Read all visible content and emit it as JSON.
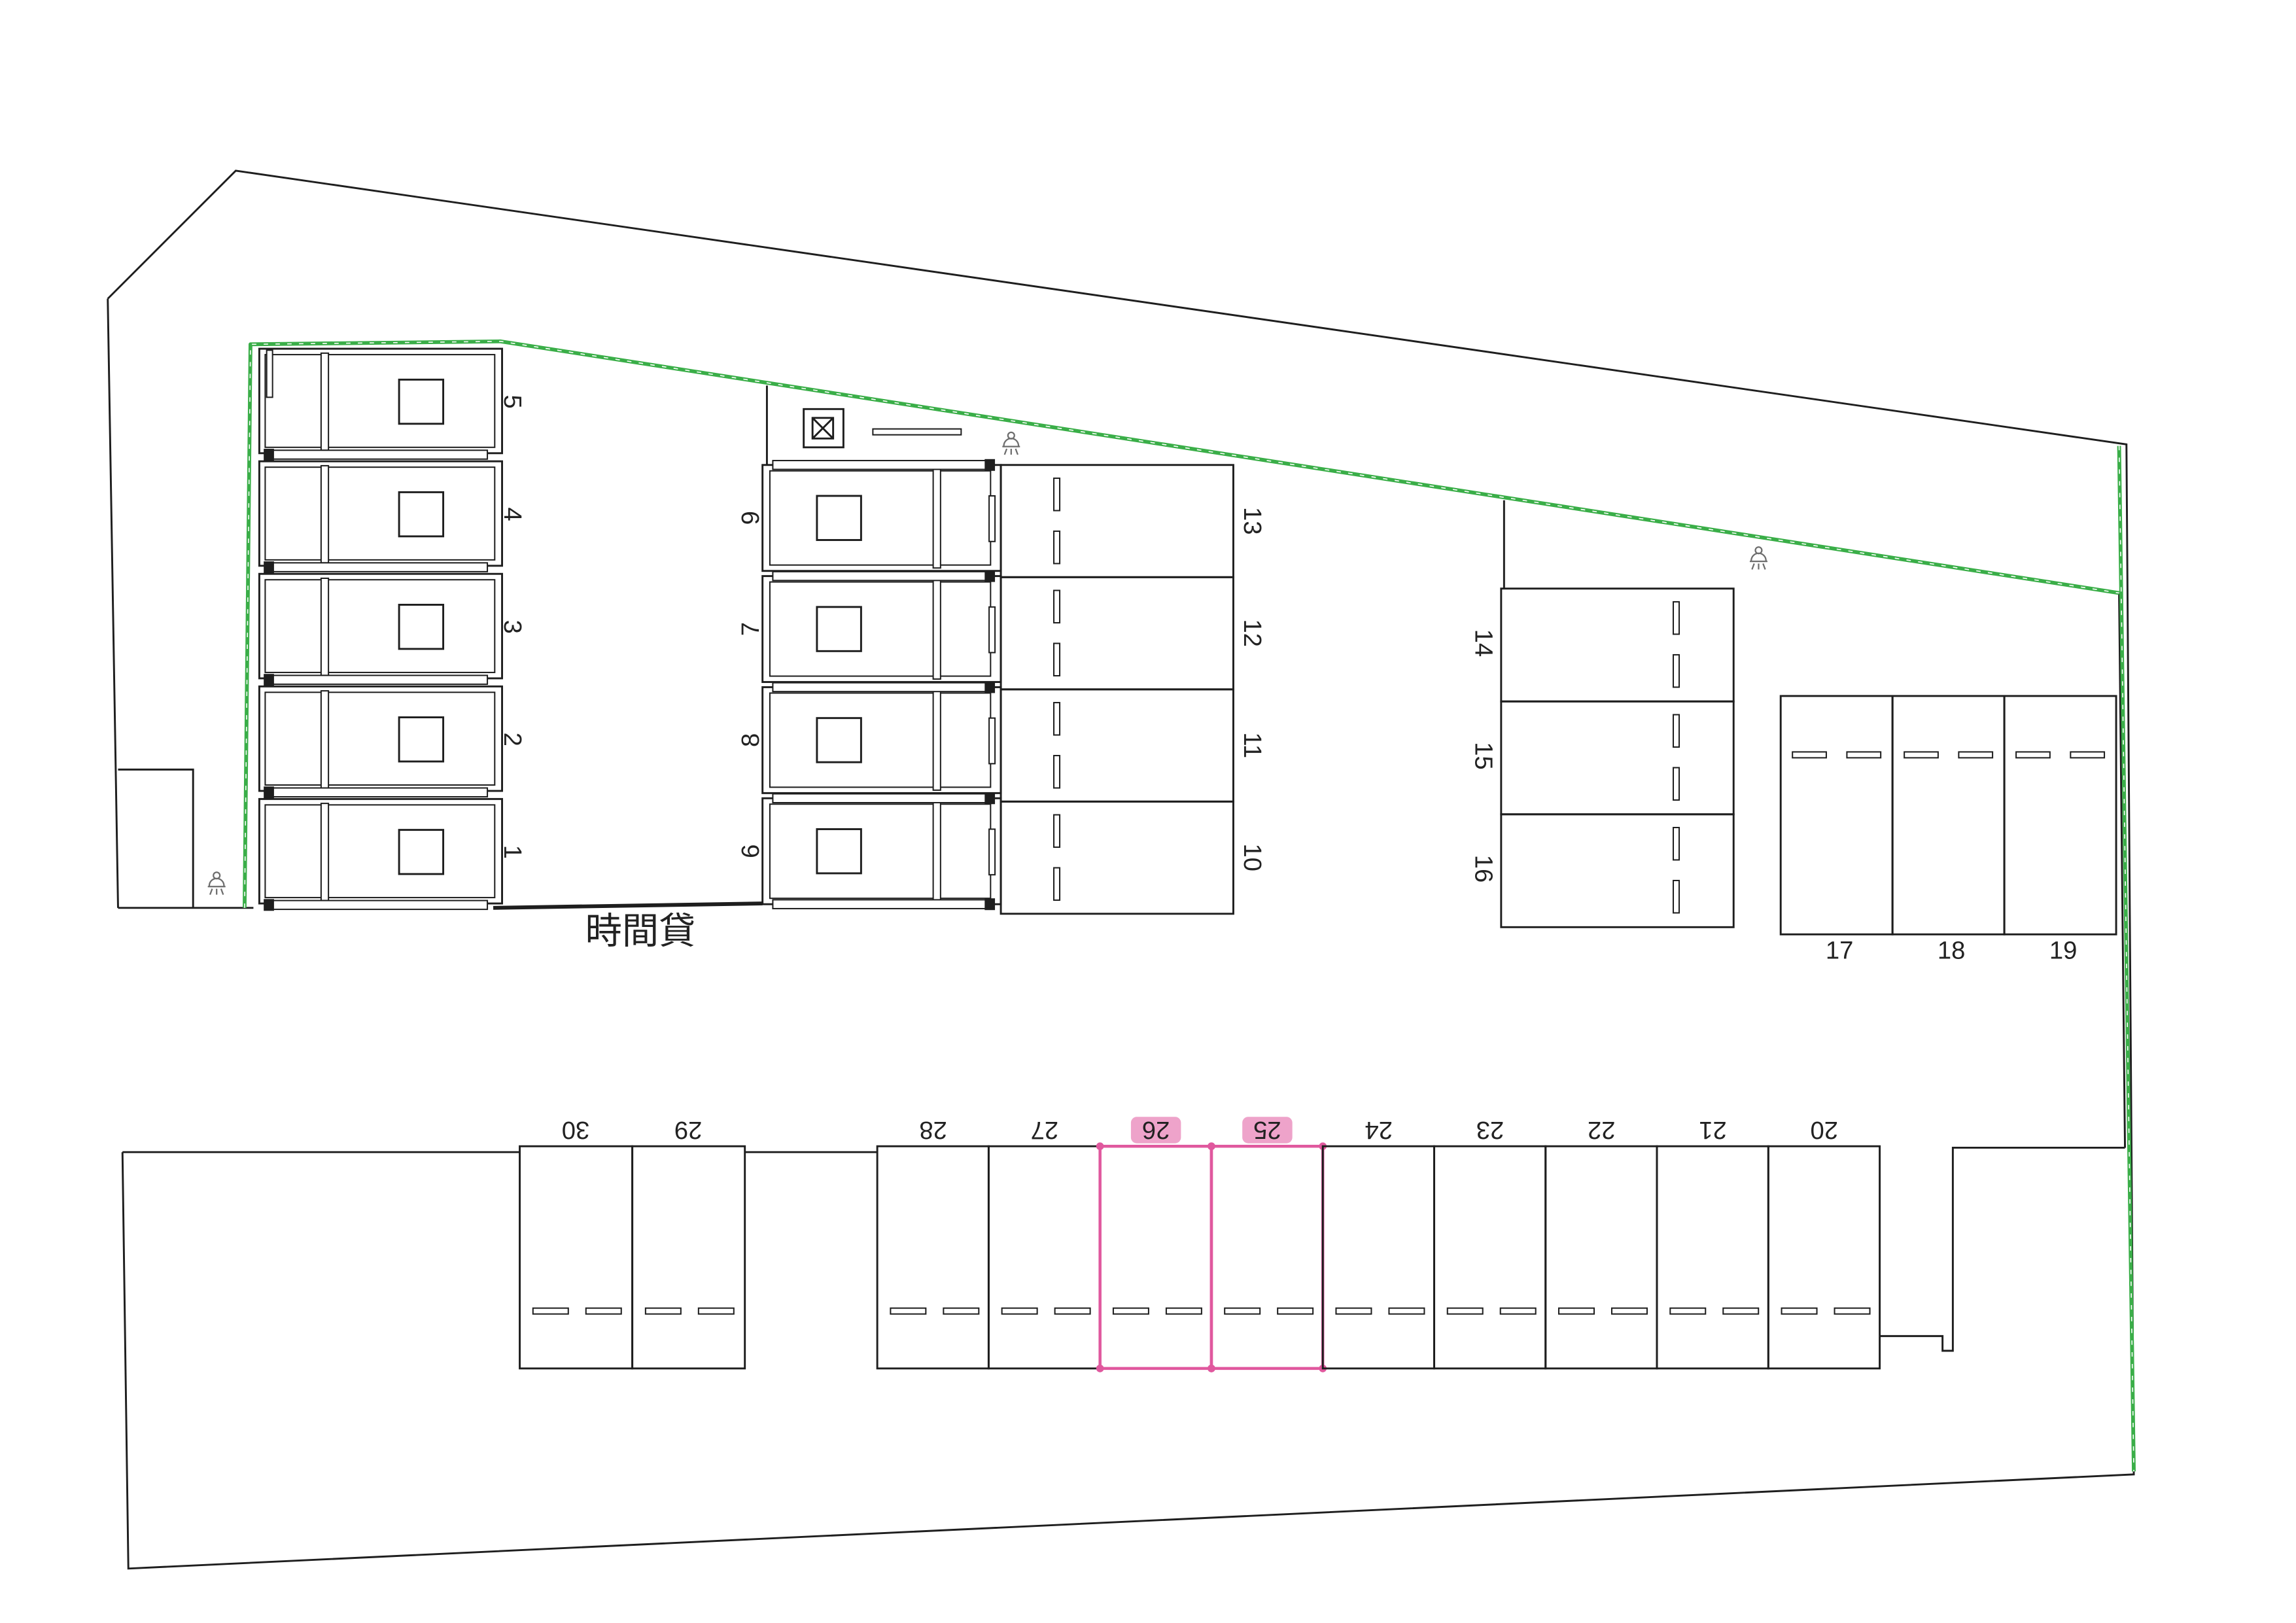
{
  "colors": {
    "boundary": "#3aae48",
    "highlight": "#e0589e",
    "line": "#1e1e1e",
    "icon": "#6d6d6d"
  },
  "icons": {
    "light": "lamp-icon",
    "equipment": "equipment-box-icon"
  },
  "site_plan": {
    "hourly_parking_label": "時間貸",
    "spaces": {
      "lift_column_left": [
        "5",
        "4",
        "3",
        "2",
        "1"
      ],
      "lift_column_middle": [
        "9",
        "7",
        "8",
        "6"
      ],
      "column_10_13": [
        "13",
        "12",
        "11",
        "10"
      ],
      "column_14_16": [
        "14",
        "15",
        "16"
      ],
      "row_17_19": [
        "17",
        "18",
        "19"
      ],
      "bottom_row_left": [
        "30",
        "29"
      ],
      "bottom_row_right": [
        {
          "label": "28",
          "highlighted": false
        },
        {
          "label": "27",
          "highlighted": false
        },
        {
          "label": "26",
          "highlighted": true
        },
        {
          "label": "25",
          "highlighted": true
        },
        {
          "label": "24",
          "highlighted": false
        },
        {
          "label": "23",
          "highlighted": false
        },
        {
          "label": "22",
          "highlighted": false
        },
        {
          "label": "21",
          "highlighted": false
        },
        {
          "label": "20",
          "highlighted": false
        }
      ]
    }
  }
}
